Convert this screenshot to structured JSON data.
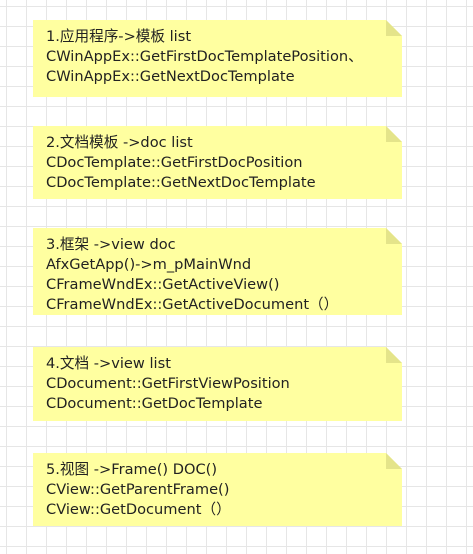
{
  "notes": [
    {
      "lines": [
        "1.应用程序->模板  list",
        "CWinAppEx::GetFirstDocTemplatePosition、",
        "CWinAppEx::GetNextDocTemplate"
      ]
    },
    {
      "lines": [
        "2.文档模板 ->doc  list",
        "CDocTemplate::GetFirstDocPosition",
        "CDocTemplate::GetNextDocTemplate"
      ]
    },
    {
      "lines": [
        "3.框架 ->view doc",
        "AfxGetApp()->m_pMainWnd",
        "CFrameWndEx::GetActiveView()",
        "CFrameWndEx::GetActiveDocument（）"
      ]
    },
    {
      "lines": [
        "4.文档 ->view list",
        "CDocument::GetFirstViewPosition",
        "CDocument::GetDocTemplate"
      ]
    },
    {
      "lines": [
        "5.视图 ->Frame() DOC()",
        "CView::GetParentFrame()",
        "CView::GetDocument（）"
      ]
    }
  ]
}
